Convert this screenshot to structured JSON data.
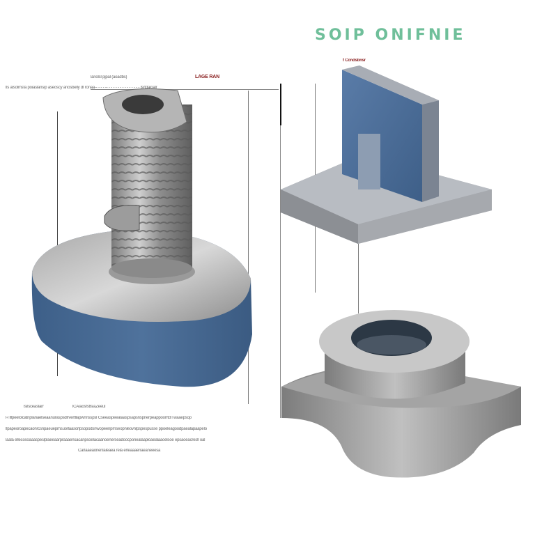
{
  "figure": {
    "title": "SOIP ONIFNIE",
    "title_color": "#6fbf9a",
    "top_left_label": "lanolsl pjpal (aoadbs)",
    "top_right_label": "LAGE RAN",
    "top_caption": "lls alsolmsfa poiaslansip aseoscy anosbelly dl ronaa-- - - - -- - - - - - - - - - - - - - - lsrtdaloalr",
    "part2_label": "f Ccndsbnsr",
    "bottom_label_a": "lsilsceaslarr",
    "bottom_label_b": "lCAlaosfstlsiaZeeul",
    "bottom_paragraph": [
      "l-l lllpeelolcatnplanaelseaanuraspsdlrvertllapwnnsspsl Cseeaspeealaaspsapsnspnerpeappoorrtd l waaepsop",
      "llpapeoroapecaonrcsnpaeueprnsuorlaasorlpsopodsnwopeenprnseopnleovnlpspespusse ppoeleagoodpaealapaapelo",
      "laala ellecosoaaaspeslplaeeaarpraaaensacanpsoelacaanoenerseadoocponealaaploaealaaoelsoe epsaoeacresll oal",
      "Carlaaeaonenlaleaea rela erleaaaenaeaneeesa"
    ],
    "colors": {
      "steel_light": "#c9c9c9",
      "steel_mid": "#9a9a9a",
      "steel_dark": "#6c6c6c",
      "blue_accent": "#4a6c94"
    },
    "parts": [
      {
        "name": "threaded-column-on-oval-base"
      },
      {
        "name": "bracket-with-vertical-plate"
      },
      {
        "name": "flanged-ring-on-square-base"
      }
    ]
  }
}
